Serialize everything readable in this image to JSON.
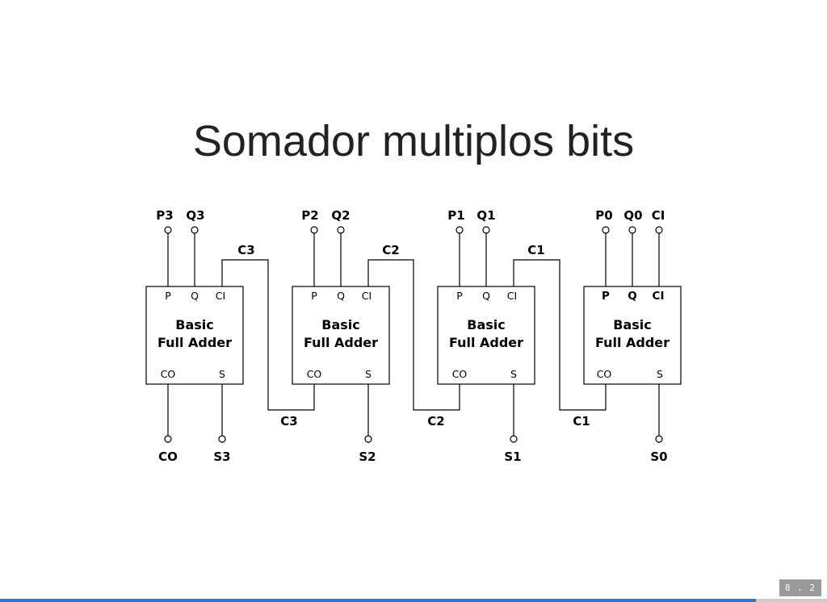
{
  "slide": {
    "title": "Somador multiplos bits",
    "number_text": "8 . 2",
    "progress_fraction": 0.914
  },
  "adders": [
    {
      "id": "fa3",
      "title_line1": "Basic",
      "title_line2": "Full Adder",
      "ports": {
        "p": "P",
        "q": "Q",
        "ci": "CI",
        "co": "CO",
        "s": "S"
      },
      "pins": {
        "p": "P3",
        "q": "Q3",
        "co": "CO",
        "s": "S3"
      }
    },
    {
      "id": "fa2",
      "title_line1": "Basic",
      "title_line2": "Full Adder",
      "ports": {
        "p": "P",
        "q": "Q",
        "ci": "CI",
        "co": "CO",
        "s": "S"
      },
      "pins": {
        "p": "P2",
        "q": "Q2",
        "s": "S2"
      }
    },
    {
      "id": "fa1",
      "title_line1": "Basic",
      "title_line2": "Full Adder",
      "ports": {
        "p": "P",
        "q": "Q",
        "ci": "CI",
        "co": "CO",
        "s": "S"
      },
      "pins": {
        "p": "P1",
        "q": "Q1",
        "s": "S1"
      }
    },
    {
      "id": "fa0",
      "title_line1": "Basic",
      "title_line2": "Full Adder",
      "ports": {
        "p": "P",
        "q": "Q",
        "ci": "CI",
        "co": "CO",
        "s": "S"
      },
      "pins": {
        "p": "P0",
        "q": "Q0",
        "ci": "CI",
        "s": "S0"
      }
    }
  ],
  "carries": [
    {
      "top_label": "C3",
      "bottom_label": "C3"
    },
    {
      "top_label": "C2",
      "bottom_label": "C2"
    },
    {
      "top_label": "C1",
      "bottom_label": "C1"
    }
  ],
  "colors": {
    "progress": "#2a76dd",
    "title": "#222222"
  }
}
